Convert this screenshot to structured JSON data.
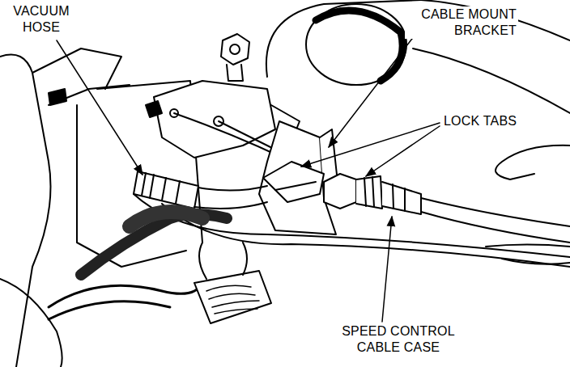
{
  "diagram": {
    "labels": [
      "VACUUM HOSE",
      "CABLE MOUNT BRACKET",
      "LOCK TABS",
      "SPEED CONTROL CABLE CASE"
    ]
  }
}
